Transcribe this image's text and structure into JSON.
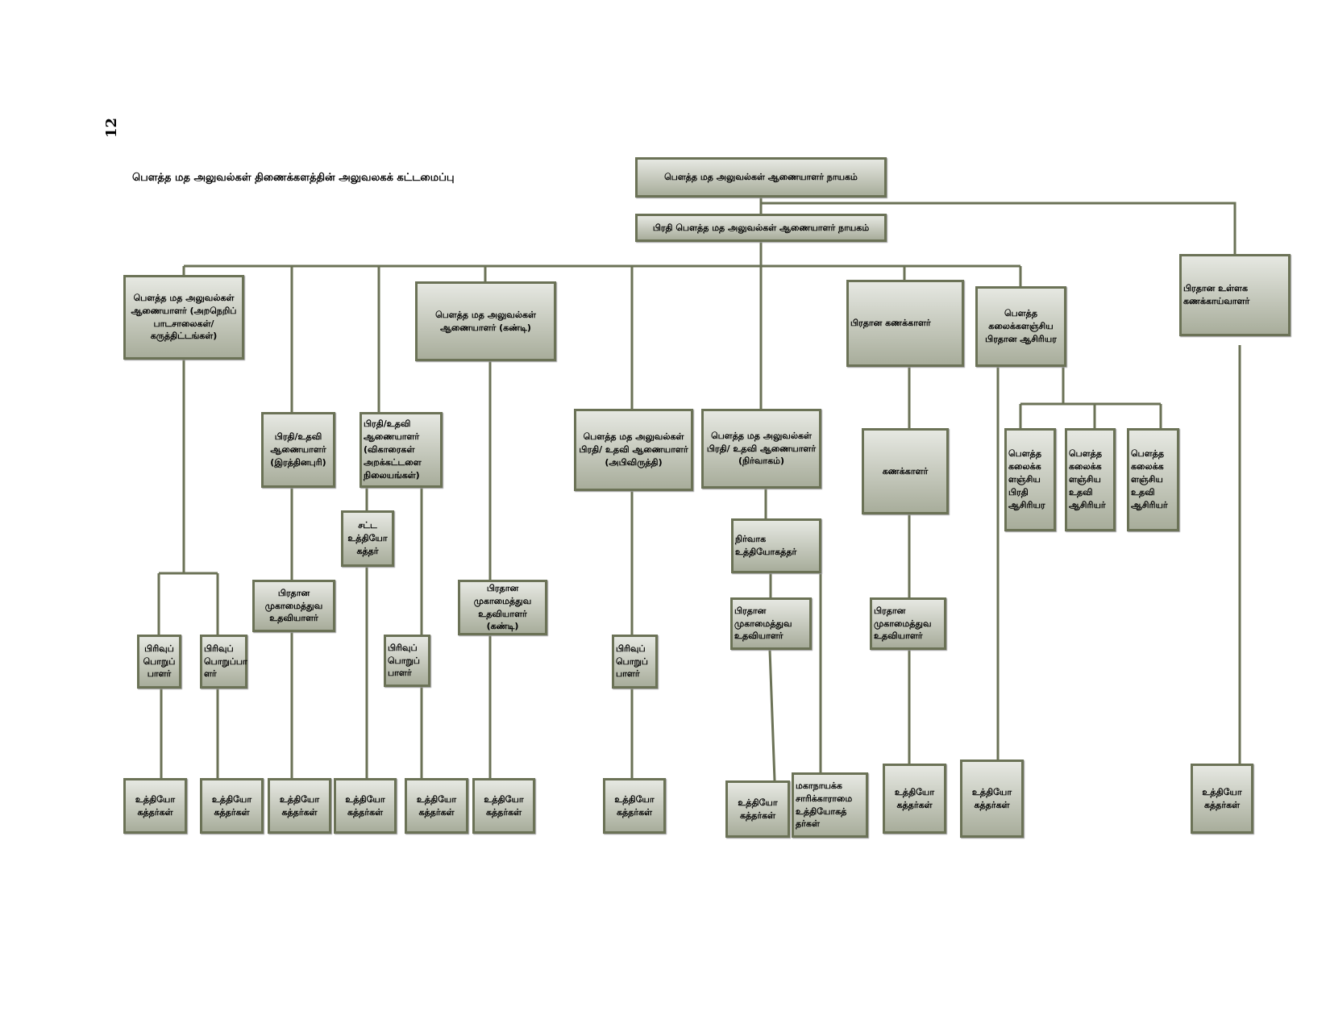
{
  "page_number": "12",
  "title": "பௌத்த மத அலுவல்கள் திணைக்களத்தின் அலுவலகக் கட்டமைப்பு",
  "nodes": {
    "dg": "பௌத்த மத அலுவல்கள் ஆணையாளர் நாயகம்",
    "ddg": "பிரதி பௌத்த மத அலுவல்கள் ஆணையாளர் நாயகம்",
    "comm_daham": "பௌத்த மத அலுவல்கள் ஆணையாளர் (அறநெறிப் பாடசாலைகள்/ கருத்திட்டங்கள்)",
    "comm_kandy": "பௌத்த மத அலுவல்கள் ஆணையாளர் (கண்டி)",
    "chief_accountant": "பிரதான கணக்காளர்",
    "enc_chief": "பௌத்த கலைக்களஞ்சிய பிரதான ஆசிரியர",
    "chief_auditor": "பிரதான உள்ளக கணக்காய்வாளர்",
    "dc_ratnapura": "பிரதி/உதவி ஆணையாளர் (இரத்தினபுரி)",
    "dc_viharas": "பிரதி/உதவி ஆணையாளர் (விகாரைகள் அறக்கட்டளை நிலையங்கள்)",
    "dc_dev": "பௌத்த மத அலுவல்கள் பிரதி/ உதவி ஆணையாளர் (அபிவிருத்தி)",
    "dc_admin": "பௌத்த மத அலுவல்கள் பிரதி/ உதவி ஆணையாளர் (நிர்வாகம்)",
    "accountant": "கணக்காளர்",
    "enc_deputy": "பௌத்த கலைக்க ளஞ்சிய பிரதி ஆசிரியர",
    "enc_asst1": "பௌத்த கலைக்க ளஞ்சிய உதவி ஆசிரியர்",
    "enc_asst2": "பௌத்த கலைக்க ளஞ்சிய உதவி ஆசிரியர்",
    "legal": "சட்ட உத்தியோ கத்தர்",
    "admin_officer": "நிர்வாக உத்தியோகத்தர்",
    "cma_ratnapura": "பிரதான முகாமைத்துவ உதவியாளர்",
    "cma_kandy": "பிரதான முகாமைத்துவ உதவியாளர் (கண்டி)",
    "cma_admin": "பிரதான முகாமைத்துவ உதவியாளர்",
    "cma_accounts": "பிரதான முகாமைத்துவ உதவியாளர்",
    "div1": "பிரிவுப் பொறுப் பாளர்",
    "div2": "பிரிவுப் பொறுப்பா ளர்",
    "div3": "பிரிவுப் பொறுப் பாளர்",
    "div4": "பிரிவுப் பொறுப் பாளர்",
    "officers": "உத்தியோ கத்தர்கள்",
    "mahanayaka": "மகாநாயக்க சாரிக்காராமை உத்தியோகத் தர்கள்"
  },
  "colors": {
    "border": "#6b7256",
    "fill_top": "#e6e8e2",
    "fill_bottom": "#a8ad9b"
  }
}
